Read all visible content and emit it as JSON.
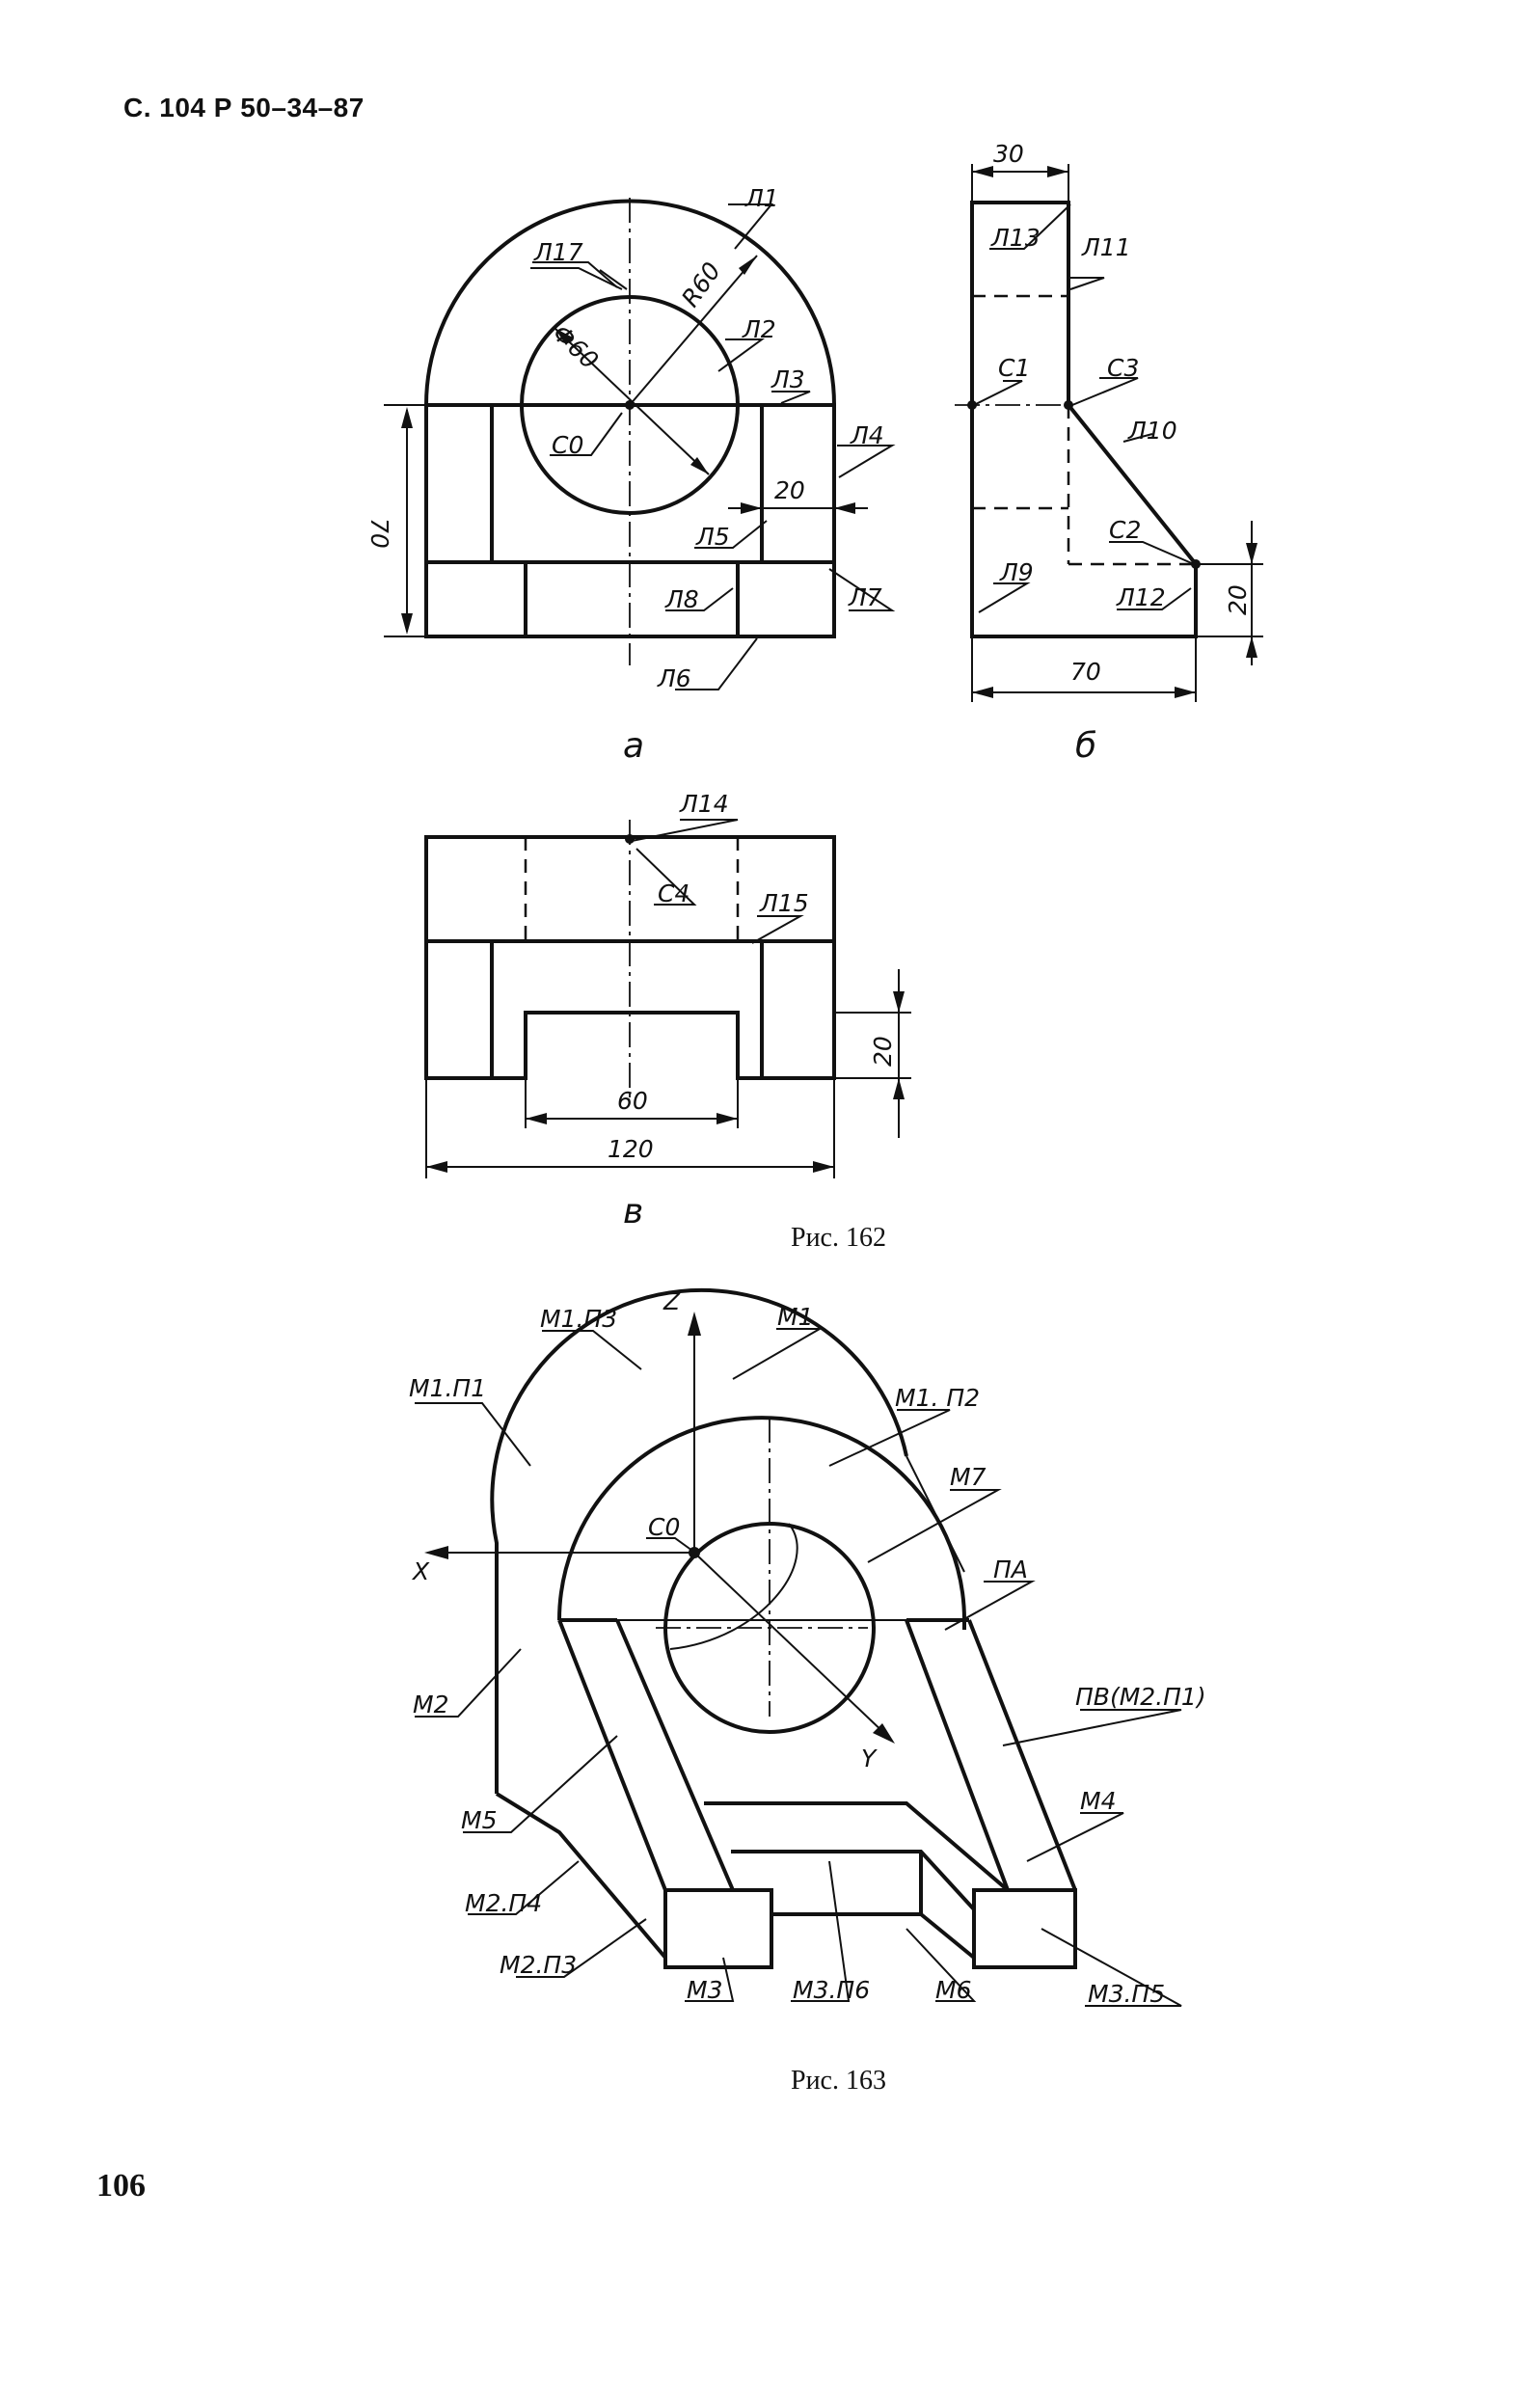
{
  "page": {
    "header": "С. 104  Р 50–34–87",
    "page_number": "106"
  },
  "figure162": {
    "caption": "Рис. 162",
    "view_a": {
      "sublabel": "а",
      "labels": [
        "Л1",
        "Л17",
        "R60",
        "Л2",
        "Ф60",
        "Л3",
        "С0",
        "Л4",
        "20",
        "Л5",
        "70",
        "Л7",
        "Л8",
        "Л6"
      ]
    },
    "view_b": {
      "sublabel": "б",
      "labels": [
        "30",
        "Л13",
        "Л11",
        "С1",
        "С3",
        "Л10",
        "С2",
        "Л9",
        "Л12",
        "20",
        "70"
      ]
    },
    "view_v": {
      "sublabel": "в",
      "labels": [
        "Л14",
        "С4",
        "Л15",
        "20",
        "60",
        "120"
      ]
    }
  },
  "figure163": {
    "caption": "Рис. 163",
    "labels": [
      "М1.П3",
      "Z",
      "М1",
      "М1.П1",
      "М1. П2",
      "М7",
      "С0",
      "X",
      "ПА",
      "М2",
      "ПВ(М2.П1)",
      "Y",
      "М5",
      "М4",
      "М2.П4",
      "М2.П3",
      "М3",
      "М3.П6",
      "М6",
      "М3.П5"
    ]
  }
}
